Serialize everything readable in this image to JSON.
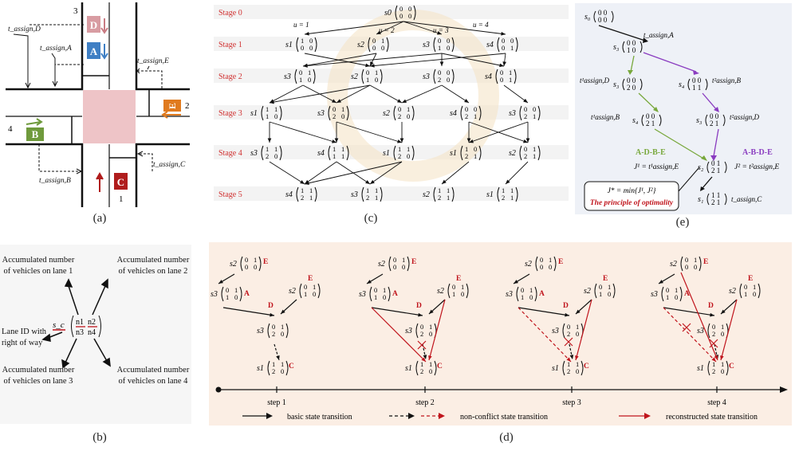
{
  "captions": {
    "a": "(a)",
    "b": "(b)",
    "c": "(c)",
    "d": "(d)",
    "e": "(e)"
  },
  "panel_a": {
    "lane_numbers": [
      "3",
      "2",
      "4",
      "1"
    ],
    "vehicles": [
      {
        "id": "D",
        "color": "#d89ca2"
      },
      {
        "id": "A",
        "color": "#3f7fc4"
      },
      {
        "id": "E",
        "color": "#e07a1e"
      },
      {
        "id": "B",
        "color": "#6f9a3c"
      },
      {
        "id": "C",
        "color": "#b01c1c"
      }
    ],
    "labels": {
      "t_d": "t_assign,D",
      "t_a": "t_assign,A",
      "t_e": "t_assign,E",
      "t_b": "t_assign,B",
      "t_c": "t_assign,C"
    }
  },
  "panel_b": {
    "state": "s_c",
    "matrix": [
      [
        "n1",
        "n2"
      ],
      [
        "n3",
        "n4"
      ]
    ],
    "annotations": {
      "top_left": [
        "Accumulated number",
        "of vehicles on lane 1"
      ],
      "top_right": [
        "Accumulated number",
        "of vehicles on lane 2"
      ],
      "left": [
        "Lane ID with",
        "right of way"
      ],
      "bottom_left": [
        "Accumulated number",
        "of vehicles on lane 3"
      ],
      "bottom_right": [
        "Accumulated number",
        "of vehicles on lane 4"
      ]
    }
  },
  "panel_c": {
    "stages": [
      "Stage 0",
      "Stage 1",
      "Stage 2",
      "Stage 3",
      "Stage 4",
      "Stage 5"
    ],
    "u_labels": [
      "u = 1",
      "u = 2",
      "u = 3",
      "u = 4"
    ],
    "nodes": {
      "stage0": [
        {
          "s": "s0",
          "m": "0 0 / 0 0"
        }
      ],
      "stage1": [
        {
          "s": "s1",
          "m": "1 0 / 0 0"
        },
        {
          "s": "s2",
          "m": "0 1 / 0 0"
        },
        {
          "s": "s3",
          "m": "0 0 / 1 0"
        },
        {
          "s": "s4",
          "m": "0 0 / 0 1"
        }
      ],
      "stage2": [
        {
          "s": "s3",
          "m": "0 1 / 1 0"
        },
        {
          "s": "s2",
          "m": "0 1 / 1 0"
        },
        {
          "s": "s3",
          "m": "0 0 / 2 0"
        },
        {
          "s": "s4",
          "m": "0 1 / 0 1"
        }
      ],
      "stage3": [
        {
          "s": "s1",
          "m": "1 1 / 1 0"
        },
        {
          "s": "s3",
          "m": "0 1 / 2 0"
        },
        {
          "s": "s2",
          "m": "0 1 / 2 0"
        },
        {
          "s": "s4",
          "m": "0 0 / 2 1"
        },
        {
          "s": "s3",
          "m": "0 0 / 2 1"
        }
      ],
      "stage4": [
        {
          "s": "s3",
          "m": "1 1 / 2 0"
        },
        {
          "s": "s4",
          "m": "1 1 / 1 1"
        },
        {
          "s": "s1",
          "m": "1 1 / 2 0"
        },
        {
          "s": "s1",
          "m": "1 0 / 2 1"
        },
        {
          "s": "s2",
          "m": "0 1 / 2 1"
        }
      ],
      "stage5": [
        {
          "s": "s4",
          "m": "1 1 / 2 1"
        },
        {
          "s": "s3",
          "m": "1 1 / 2 1"
        },
        {
          "s": "s2",
          "m": "1 1 / 2 1"
        },
        {
          "s": "s1",
          "m": "1 1 / 2 1"
        }
      ]
    }
  },
  "panel_d": {
    "steps": [
      "step 1",
      "step 2",
      "step 3",
      "step 4"
    ],
    "node_tags": {
      "E": "E",
      "A": "A",
      "D": "D",
      "C": "C"
    },
    "nodes": {
      "s2": "0 1 / 0 0",
      "s3a": "0 1 / 1 0",
      "s2b": "0 1 / 1 0",
      "s3b": "0 1 / 2 0",
      "s1": "1 1 / 2 0"
    },
    "legend": [
      "basic state transition",
      "non-conflict state transition",
      "reconstructed state transition"
    ]
  },
  "panel_e": {
    "path1_name": "A-D-B-E",
    "path2_name": "A-B-D-E",
    "j1": "J¹ = t¹assign,E",
    "j2": "J² = t²assign,E",
    "jstar": "J* = min{J¹, J²}",
    "principle": "The principle of optimality",
    "labels": {
      "ta": "t_assign,A",
      "t1d": "t¹assign,D",
      "t2b": "t²assign,B",
      "t1b": "t¹assign,B",
      "t2d": "t²assign,D",
      "tc": "t_assign,C"
    },
    "colors": {
      "path1": "#78a83c",
      "path2": "#8a3cc0",
      "principle": "#c0141c"
    }
  }
}
